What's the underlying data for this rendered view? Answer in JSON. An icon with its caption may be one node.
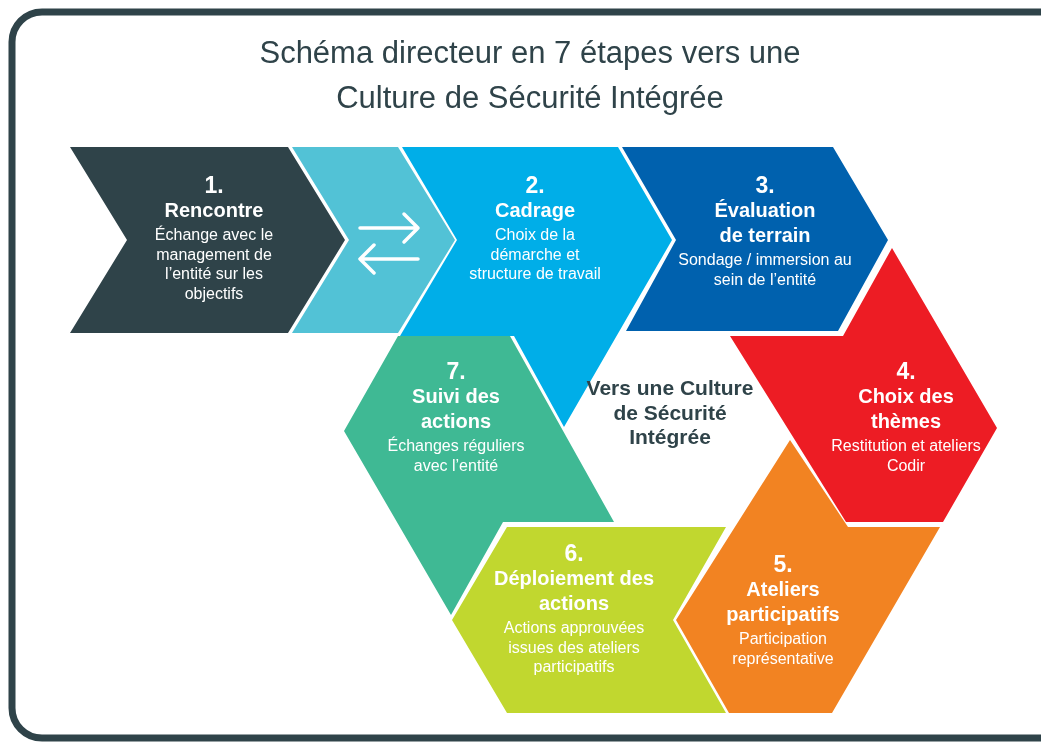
{
  "diagram": {
    "title": "Schéma directeur en 7 étapes vers une Culture de Sécurité Intégrée",
    "nodes": [
      {
        "text": [
          "1.",
          "Rencontre",
          "Échange avec le management de l’entité sur les objectifs"
        ]
      },
      {
        "text": [],
        "shape": "chevron"
      },
      {
        "text": [
          "2.",
          "Cadrage",
          "Choix de la démarche et structure de travail"
        ]
      },
      {
        "text": [
          "3.",
          "Évaluation de terrain",
          "Sondage / immersion au sein de l’entité"
        ]
      },
      {
        "text": [
          "7.",
          "Suivi des actions",
          "Échanges réguliers avec l’entité"
        ]
      },
      {
        "text": [
          "4.",
          "Choix des thèmes",
          "Restitution et ateliers Codir"
        ]
      },
      {
        "text": [
          "6.",
          "Déploiement des actions",
          "Actions approuvées issues des ateliers participatifs"
        ]
      },
      {
        "text": [
          "5.",
          "Ateliers participatifs",
          "Participation représentative"
        ]
      }
    ],
    "labels": [
      "Vers une Culture de Sécurité Intégrée"
    ]
  }
}
